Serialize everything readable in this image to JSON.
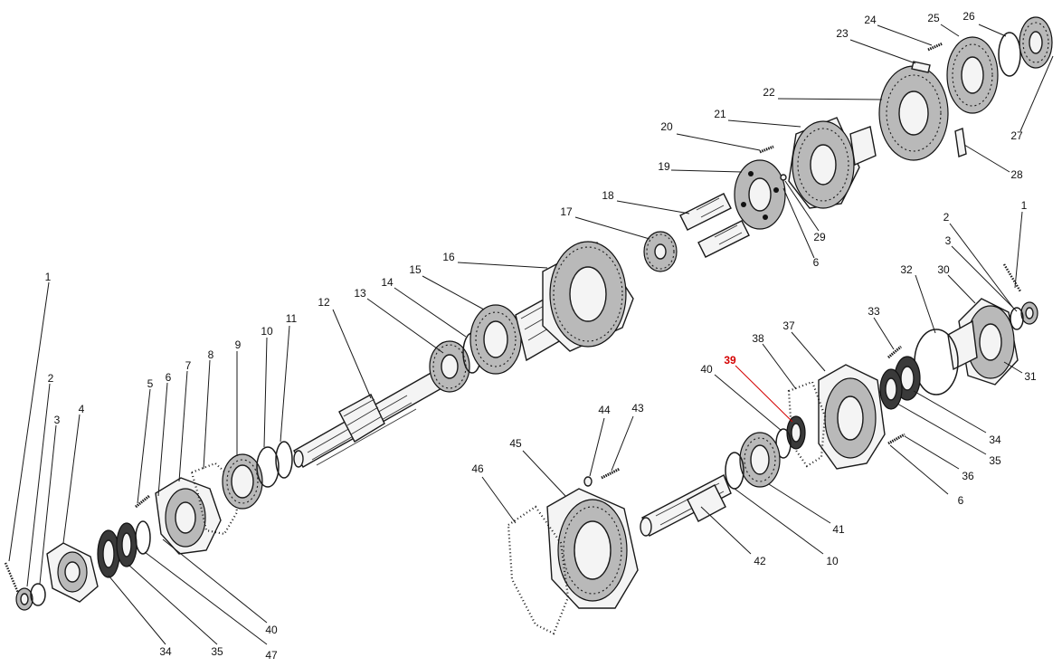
{
  "diagram": {
    "highlight_color": "#d40000",
    "line_color": "#1a1a1a",
    "callouts": [
      {
        "text": "1"
      },
      {
        "text": "2"
      },
      {
        "text": "3"
      },
      {
        "text": "4"
      },
      {
        "text": "5"
      },
      {
        "text": "6"
      },
      {
        "text": "7"
      },
      {
        "text": "8"
      },
      {
        "text": "9"
      },
      {
        "text": "10"
      },
      {
        "text": "11"
      },
      {
        "text": "12"
      },
      {
        "text": "13"
      },
      {
        "text": "14"
      },
      {
        "text": "15"
      },
      {
        "text": "16"
      },
      {
        "text": "17"
      },
      {
        "text": "18"
      },
      {
        "text": "19"
      },
      {
        "text": "20"
      },
      {
        "text": "21"
      },
      {
        "text": "22"
      },
      {
        "text": "23"
      },
      {
        "text": "24"
      },
      {
        "text": "25"
      },
      {
        "text": "26"
      },
      {
        "text": "27"
      },
      {
        "text": "28"
      },
      {
        "text": "29"
      },
      {
        "text": "6"
      },
      {
        "text": "2"
      },
      {
        "text": "1"
      },
      {
        "text": "3"
      },
      {
        "text": "32"
      },
      {
        "text": "30"
      },
      {
        "text": "33"
      },
      {
        "text": "37"
      },
      {
        "text": "38"
      },
      {
        "text": "39",
        "highlight": true
      },
      {
        "text": "40"
      },
      {
        "text": "31"
      },
      {
        "text": "34"
      },
      {
        "text": "35"
      },
      {
        "text": "36"
      },
      {
        "text": "6"
      },
      {
        "text": "41"
      },
      {
        "text": "10"
      },
      {
        "text": "42"
      },
      {
        "text": "44"
      },
      {
        "text": "43"
      },
      {
        "text": "45"
      },
      {
        "text": "46"
      },
      {
        "text": "34"
      },
      {
        "text": "35"
      },
      {
        "text": "47"
      },
      {
        "text": "40"
      }
    ]
  }
}
